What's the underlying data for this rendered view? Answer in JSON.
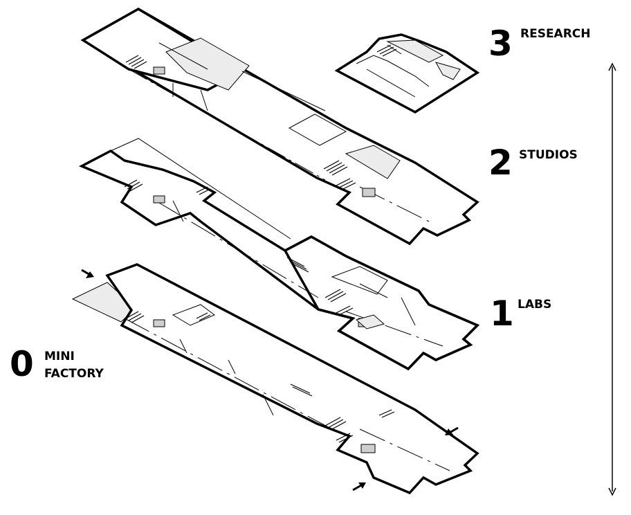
{
  "levels": [
    {
      "number": "3",
      "name": "RESEARCH"
    },
    {
      "number": "2",
      "name": "STUDIOS"
    },
    {
      "number": "1",
      "name": "LABS"
    },
    {
      "number": "0",
      "name_line1": "MINI",
      "name_line2": "FACTORY"
    }
  ],
  "colors": {
    "line": "#000000",
    "shade": "#ececec",
    "shade_dark": "#cfcfcf",
    "background": "#ffffff"
  },
  "icons": [
    "entrance-arrow-icon",
    "vertical-double-arrow-icon"
  ]
}
